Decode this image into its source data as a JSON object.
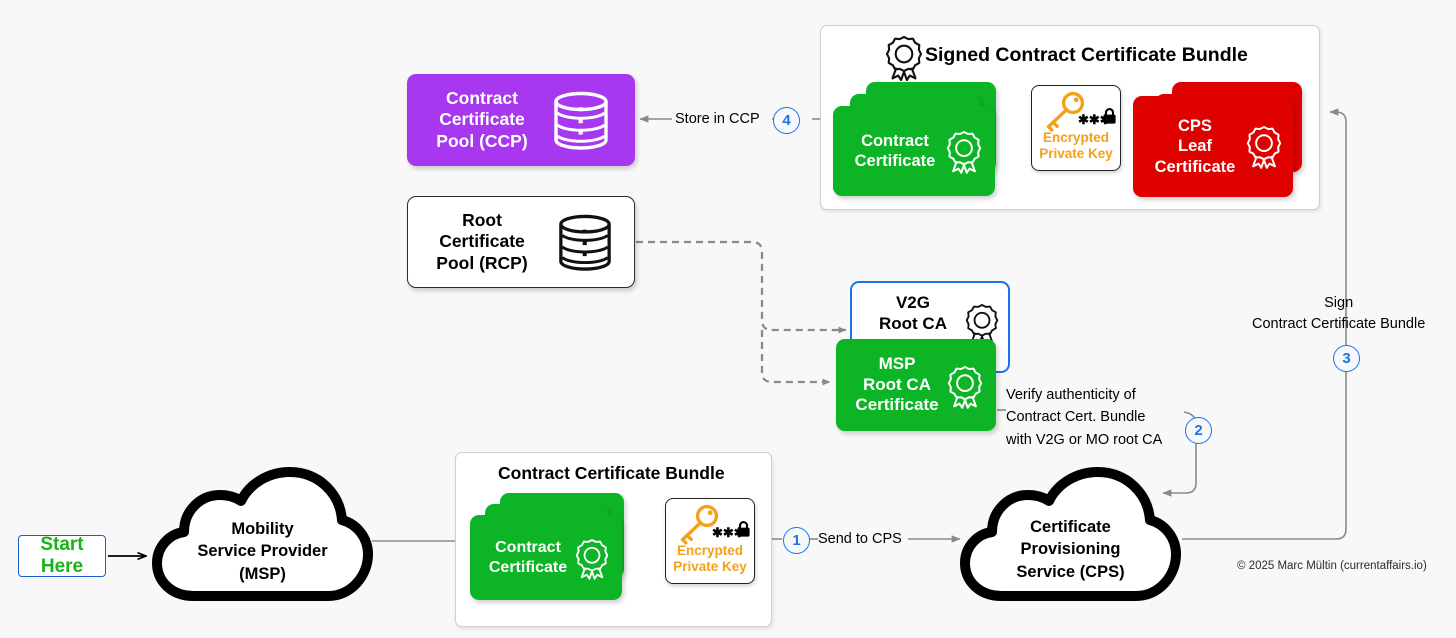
{
  "diagram": {
    "background_color": "#f8f8f8",
    "accent_blue": "#1a73e8",
    "green": "#0cb426",
    "red": "#df0000",
    "purple": "#a838ef",
    "orange": "#f5a01b"
  },
  "start": {
    "label": "Start\nHere"
  },
  "clouds": {
    "msp": "Mobility\nService Provider\n(MSP)",
    "cps": "Certificate\nProvisioning\nService (CPS)"
  },
  "pools": {
    "ccp": "Contract\nCertificate\nPool (CCP)",
    "rcp": "Root\nCertificate\nPool (RCP)"
  },
  "bundles": {
    "bottom": {
      "title": "Contract Certificate Bundle",
      "certificate": "Contract\nCertificate",
      "key_label": "Encrypted\nPrivate Key",
      "key_masked": "✱✱✱"
    },
    "signed": {
      "title": "Signed Contract Certificate Bundle",
      "certificate": "Contract\nCertificate",
      "key_label": "Encrypted\nPrivate Key",
      "key_masked": "✱✱✱",
      "cps_leaf": "CPS\nLeaf\nCertificate"
    }
  },
  "roots": {
    "v2g": "V2G\nRoot CA",
    "msp": "MSP\nRoot CA\nCertificate"
  },
  "steps": [
    {
      "number": "1",
      "label": "Send to CPS"
    },
    {
      "number": "2",
      "label": "Verify authenticity of\nContract Cert. Bundle\nwith V2G or MO root CA"
    },
    {
      "number": "3",
      "label": "Sign\nContract Certificate Bundle"
    },
    {
      "number": "4",
      "label": "Store in CCP"
    }
  ],
  "footer": {
    "copyright": "© 2025 Marc Mültin (currentaffairs.io)"
  },
  "icons": {
    "database": "database-icon",
    "award": "award-ribbon-icon",
    "key": "key-icon",
    "lock": "lock-icon",
    "cloud": "cloud-icon"
  }
}
